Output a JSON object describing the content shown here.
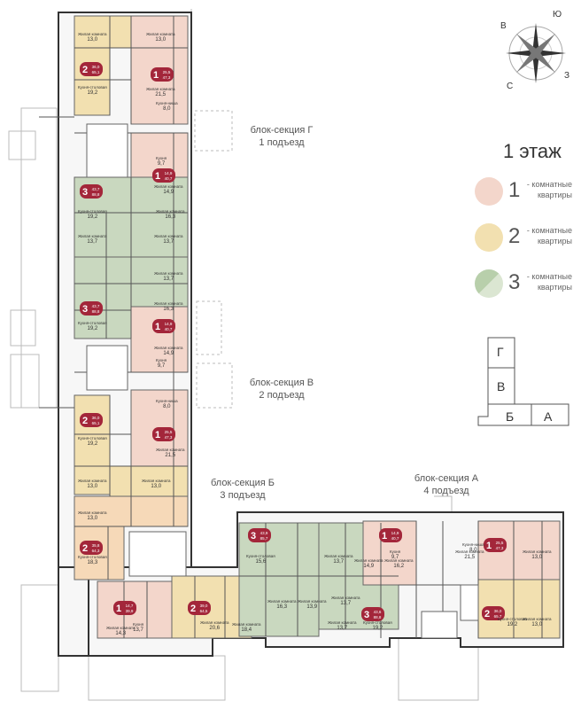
{
  "floor_title": "1 этаж",
  "legend": [
    {
      "num": "1",
      "line1": "- комнатные",
      "line2": "квартиры",
      "color": "#f3d6cb"
    },
    {
      "num": "2",
      "line1": "- комнатные",
      "line2": "квартиры",
      "color": "#f2e0b0"
    },
    {
      "num": "3",
      "line1": "- комнатные",
      "line2": "квартиры",
      "color": "#c9d8bf"
    }
  ],
  "sections": {
    "g_line1": "блок-секция Г",
    "g_line2": "1 подъезд",
    "v_line1": "блок-секция В",
    "v_line2": "2 подъезд",
    "b_line1": "блок-секция Б",
    "b_line2": "3 подъезд",
    "a_line1": "блок-секция А",
    "a_line2": "4 подъезд"
  },
  "compass": {
    "north": "Ю",
    "west": "В",
    "south": "С",
    "east": "З"
  },
  "keyplan": {
    "g": "Г",
    "v": "В",
    "b": "Б",
    "a": "А"
  },
  "badges": [
    {
      "rooms": "2",
      "l1": "36,0",
      "l2": "65,1"
    },
    {
      "rooms": "1",
      "l1": "25,5",
      "l2": "47,3"
    },
    {
      "rooms": "1",
      "l1": "14,9",
      "l2": "40,7"
    },
    {
      "rooms": "3",
      "l1": "43,7",
      "l2": "88,8"
    },
    {
      "rooms": "3",
      "l1": "43,7",
      "l2": "88,8"
    },
    {
      "rooms": "1",
      "l1": "14,9",
      "l2": "40,7"
    },
    {
      "rooms": "2",
      "l1": "36,0",
      "l2": "65,1"
    },
    {
      "rooms": "1",
      "l1": "25,5",
      "l2": "47,3"
    },
    {
      "rooms": "2",
      "l1": "35,8",
      "l2": "64,3"
    },
    {
      "rooms": "1",
      "l1": "14,7",
      "l2": "39,9"
    },
    {
      "rooms": "2",
      "l1": "39,0",
      "l2": "64,5"
    },
    {
      "rooms": "3",
      "l1": "43,9",
      "l2": "85,7"
    },
    {
      "rooms": "1",
      "l1": "14,9",
      "l2": "40,7"
    },
    {
      "rooms": "3",
      "l1": "43,6",
      "l2": "88,8"
    },
    {
      "rooms": "1",
      "l1": "25,5",
      "l2": "47,3"
    },
    {
      "rooms": "2",
      "l1": "36,0",
      "l2": "65,7"
    }
  ],
  "rooms": [
    "Жилая комната",
    "13,0",
    "Жилая комната",
    "13,0",
    "Кухня-столовая",
    "19,2",
    "Жилая комната",
    "21,5",
    "Кухня-ниша",
    "8,0",
    "Кухня",
    "9,7",
    "Жилая комната",
    "14,9",
    "Кухня-столовая",
    "19,2",
    "Жилая комната",
    "16,3",
    "Жилая комната",
    "13,7",
    "Жилая комната",
    "13,7",
    "Жилая комната",
    "13,7",
    "Жилая комната",
    "16,3",
    "Кухня-столовая",
    "19,2",
    "Жилая комната",
    "14,9",
    "Кухня",
    "9,7",
    "Кухня-ниша",
    "8,0",
    "Кухня-столовая",
    "19,2",
    "Жилая комната",
    "21,5",
    "Жилая комната",
    "13,0",
    "Жилая комната",
    "13,0",
    "Жилая комната",
    "13,0",
    "Кухня-столовая",
    "18,3",
    "Кухня-столовая",
    "15,6",
    "Жилая комната",
    "13,7",
    "Жилая комната",
    "16,3",
    "Жилая комната",
    "13,9",
    "Жилая комната",
    "14,3",
    "Кухня",
    "13,7",
    "Жилая комната",
    "20,6",
    "Жилая комната",
    "18,4",
    "Жилая комната",
    "13,7",
    "Жилая комната",
    "14,9",
    "Жилая комната",
    "16,2",
    "Кухня",
    "9,7",
    "Жилая комната",
    "13,7",
    "Кухня-столовая",
    "19,2",
    "Жилая комната",
    "21,5",
    "Жилая комната",
    "13,0",
    "Кухня-ниша",
    "8,0",
    "Кухня-столовая",
    "19,2",
    "Жилая комната",
    "13,0"
  ]
}
